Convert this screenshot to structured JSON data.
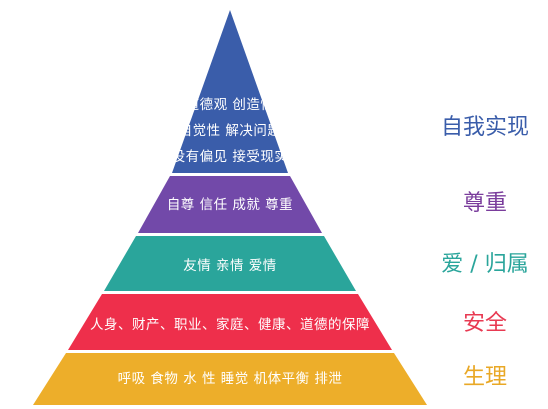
{
  "levels": [
    {
      "label": "自我实现",
      "items": [
        "道德观 创造性",
        "自觉性 解决问题",
        "没有偏见 接受现实"
      ],
      "color": "#3A5DAA",
      "label_color": "#3A5DAA"
    },
    {
      "label": "尊重",
      "items": [
        "自尊 信任 成就 尊重"
      ],
      "color": "#7249A9",
      "label_color": "#7A3D9C"
    },
    {
      "label": "爱 / 归属",
      "items": [
        "友情  亲情  爱情"
      ],
      "color": "#2AA59B",
      "label_color": "#2AA59B"
    },
    {
      "label": "安全",
      "items": [
        "人身、财产、职业、家庭、健康、道德的保障"
      ],
      "color": "#EE2F4B",
      "label_color": "#E83A52"
    },
    {
      "label": "生理",
      "items": [
        "呼吸  食物  水  性  睡觉  机体平衡   排泄"
      ],
      "color": "#EDAE2A",
      "label_color": "#E9A826"
    }
  ]
}
